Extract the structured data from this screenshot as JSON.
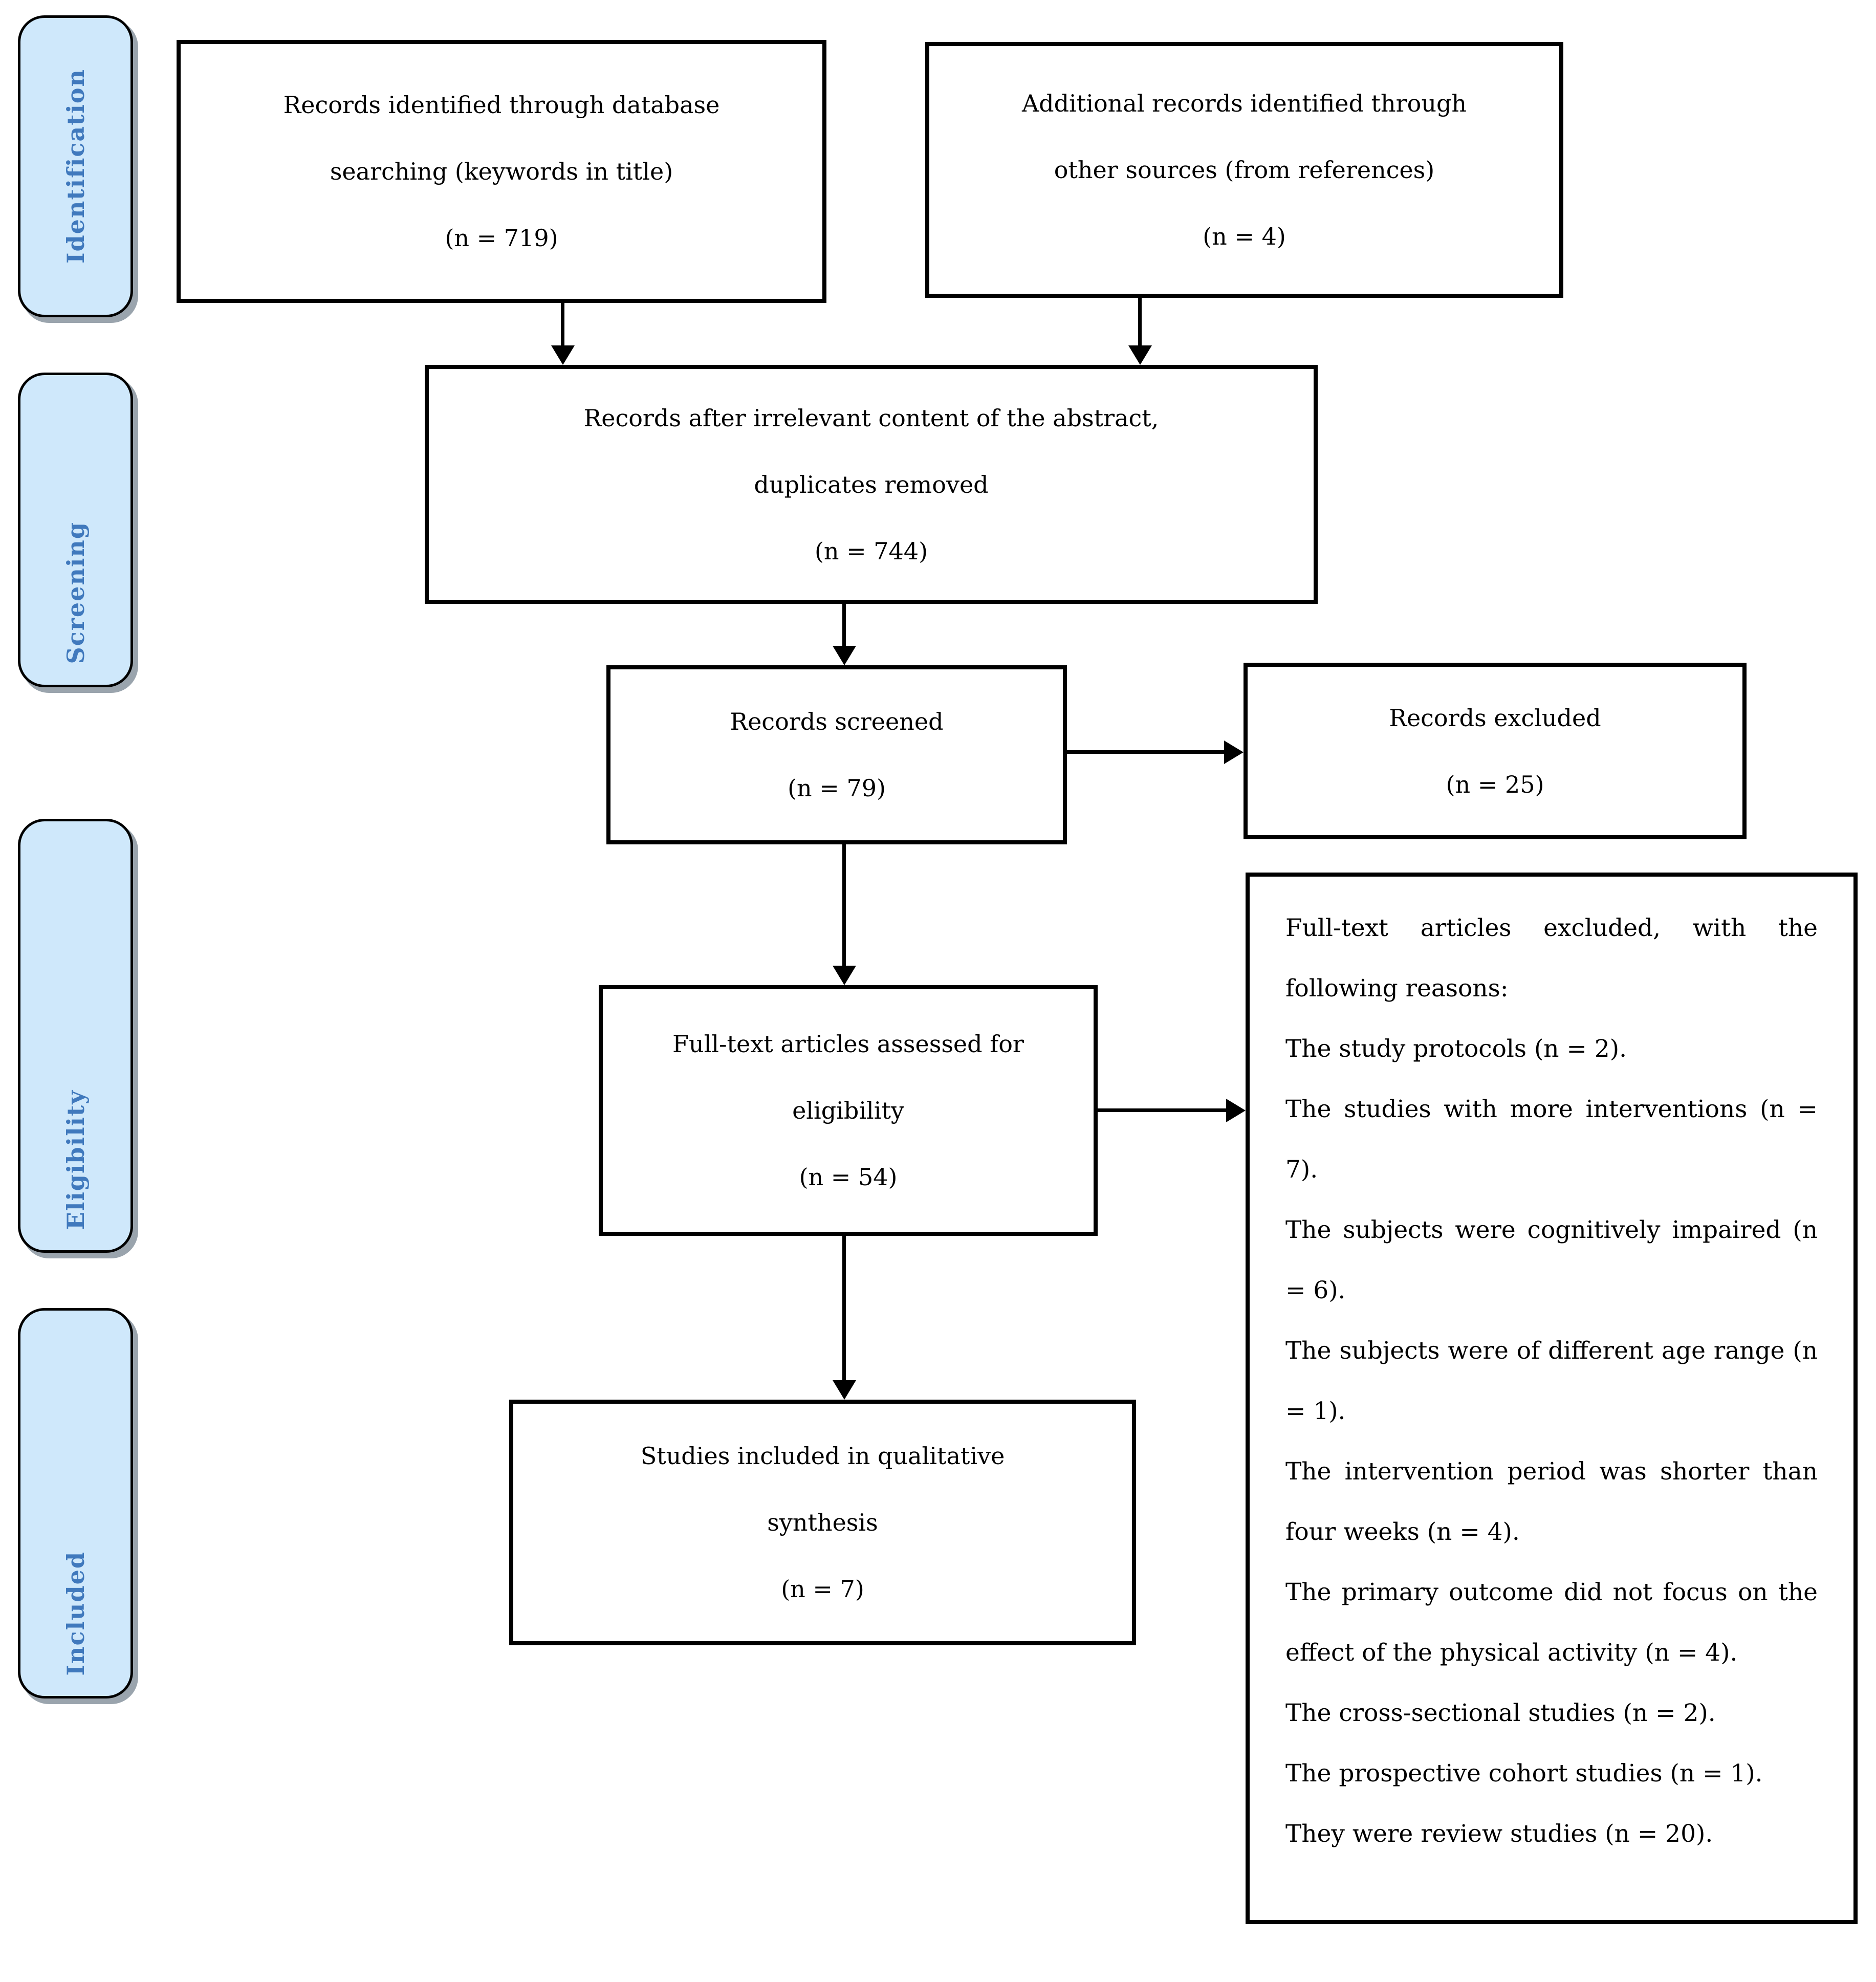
{
  "stages": [
    {
      "label": "Identification"
    },
    {
      "label": "Screening"
    },
    {
      "label": "Eligibility"
    },
    {
      "label": "Included"
    }
  ],
  "boxes": {
    "identified": {
      "lines": [
        "Records identified through database",
        "searching (keywords in title)",
        "(n = 719)"
      ]
    },
    "additional": {
      "lines": [
        "Additional records identified through",
        "other sources (from references)",
        "(n = 4)"
      ]
    },
    "deduplicated": {
      "lines": [
        "Records after irrelevant content of the abstract,",
        "duplicates removed",
        "(n = 744)"
      ]
    },
    "screened": {
      "lines": [
        "Records screened",
        "(n = 79)"
      ]
    },
    "excluded": {
      "lines": [
        "Records excluded",
        "(n = 25)"
      ]
    },
    "assessed": {
      "lines": [
        "Full-text articles assessed for",
        "eligibility",
        "(n = 54)"
      ]
    },
    "included_studies": {
      "lines": [
        "Studies included in qualitative",
        "synthesis",
        "(n = 7)"
      ]
    },
    "exclusion_reasons": {
      "paragraphs": [
        "Full-text articles excluded, with the following reasons:",
        "The study protocols (n = 2).",
        "The studies with more interventions (n = 7).",
        "The subjects were cognitively impaired (n = 6).",
        "The subjects were of different age range (n = 1).",
        "The intervention period was shorter than four weeks (n = 4).",
        "The primary outcome did not focus on the effect of the physical activity (n = 4).",
        "The cross-sectional studies (n = 2).",
        "The prospective cohort studies (n = 1).",
        "They were review studies (n = 20)."
      ]
    }
  },
  "colors": {
    "stage_fill": "#cfe8fb",
    "stage_text": "#4079bd",
    "ink": "#000000",
    "shadow": "#9aa4ad"
  }
}
